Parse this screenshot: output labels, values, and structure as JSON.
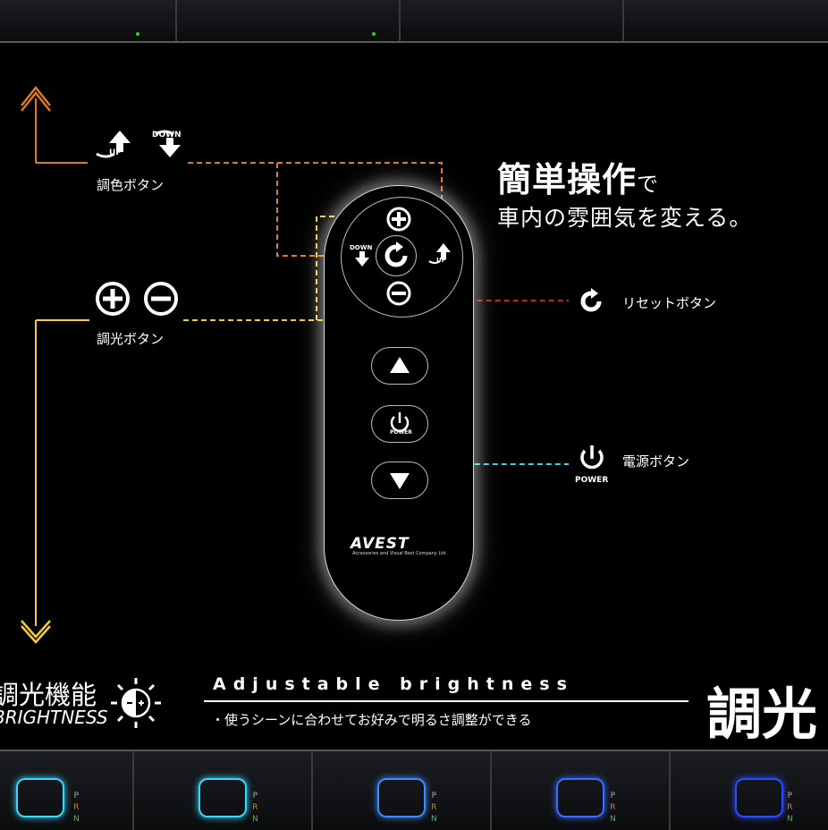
{
  "headline": {
    "line1_main": "簡単操作",
    "line1_suffix": "で",
    "line2": "車内の雰囲気を変える。"
  },
  "labels": {
    "color_button": "調色ボタン",
    "dimmer_button": "調光ボタン",
    "reset_button": "リセットボタン",
    "power_button": "電源ボタン"
  },
  "icons": {
    "up_text": "UP",
    "down_text": "DOWN",
    "power_text": "POWER"
  },
  "remote": {
    "brand": "AVEST",
    "brand_sub": "Accessories and Visual Best Company Ltd."
  },
  "bottom": {
    "left_title": "調光機能",
    "left_subtitle": "BRIGHTNESS",
    "heading": "Adjustable brightness",
    "bullet": "・使うシーンに合わせてお好みで明るさ調整ができる",
    "right_title": "調光"
  },
  "gear_letters": [
    "P",
    "R",
    "N"
  ],
  "colors": {
    "orange": "#e07a1f",
    "yellow": "#f2cc3a",
    "red": "#d21a1a",
    "cyan": "#3ad6e0",
    "background": "#000000"
  }
}
